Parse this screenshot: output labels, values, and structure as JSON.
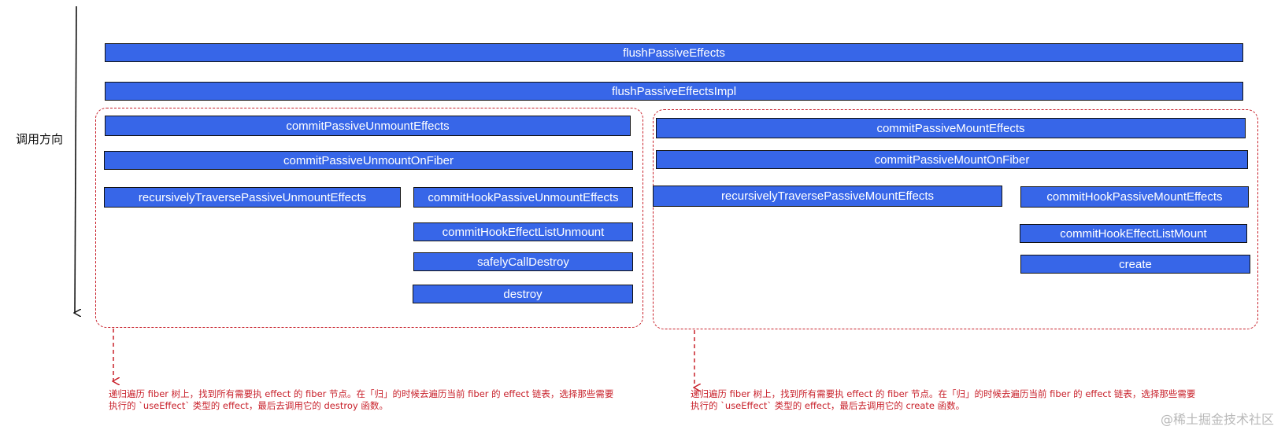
{
  "axis_label": "调用方向",
  "nodes": {
    "flush_passive_effects": "flushPassiveEffects",
    "flush_passive_effects_impl": "flushPassiveEffectsImpl",
    "unmount": {
      "commit_passive_unmount_effects": "commitPassiveUnmountEffects",
      "commit_passive_unmount_on_fiber": "commitPassiveUnmountOnFiber",
      "recursively_traverse": "recursivelyTraversePassiveUnmountEffects",
      "commit_hook_passive_unmount_effects": "commitHookPassiveUnmountEffects",
      "commit_hook_effect_list_unmount": "commitHookEffectListUnmount",
      "safely_call_destroy": "safelyCallDestroy",
      "destroy": "destroy"
    },
    "mount": {
      "commit_passive_mount_effects": "commitPassiveMountEffects",
      "commit_passive_mount_on_fiber": "commitPassiveMountOnFiber",
      "recursively_traverse": "recursivelyTraversePassiveMountEffects",
      "commit_hook_passive_mount_effects": "commitHookPassiveMountEffects",
      "commit_hook_effect_list_mount": "commitHookEffectListMount",
      "create": "create"
    }
  },
  "notes": {
    "unmount_line1": "递归遍历 fiber 树上，找到所有需要执 effect 的 fiber 节点。在「归」的时候去遍历当前 fiber 的 effect 链表，选择那些需要",
    "unmount_line2": "执行的 `useEffect` 类型的 effect，最后去调用它的 destroy 函数。",
    "mount_line1": "递归遍历 fiber 树上，找到所有需要执 effect 的 fiber 节点。在「归」的时候去遍历当前 fiber 的 effect 链表，选择那些需要",
    "mount_line2": "执行的 `useEffect` 类型的 effect，最后去调用它的 create 函数。"
  },
  "watermark": "@稀土掘金技术社区",
  "colors": {
    "box_fill": "#3766e8",
    "box_text": "#ffffff",
    "dashed_accent": "#c8202a",
    "axis": "#111111"
  }
}
